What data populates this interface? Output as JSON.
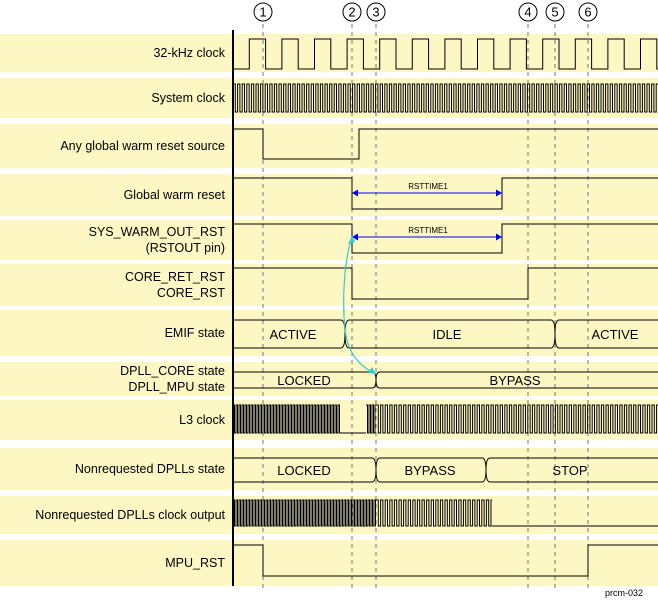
{
  "diagram": {
    "band_color": "#fdf7c3",
    "markers": [
      "1",
      "2",
      "3",
      "4",
      "5",
      "6"
    ],
    "signals": [
      {
        "label": [
          "32-kHz clock"
        ]
      },
      {
        "label": [
          "System clock"
        ]
      },
      {
        "label": [
          "Any global warm reset source"
        ]
      },
      {
        "label": [
          "Global warm reset"
        ]
      },
      {
        "label": [
          "SYS_WARM_OUT_RST",
          "(RSTOUT pin)"
        ]
      },
      {
        "label": [
          "CORE_RET_RST",
          "CORE_RST"
        ]
      },
      {
        "label": [
          "EMIF state"
        ],
        "states": [
          "ACTIVE",
          "IDLE",
          "ACTIVE"
        ]
      },
      {
        "label": [
          "DPLL_CORE state",
          "DPLL_MPU state"
        ],
        "states": [
          "LOCKED",
          "BYPASS"
        ]
      },
      {
        "label": [
          "L3 clock"
        ]
      },
      {
        "label": [
          "Nonrequested DPLLs state"
        ],
        "states": [
          "LOCKED",
          "BYPASS",
          "STOP"
        ]
      },
      {
        "label": [
          "Nonrequested DPLLs clock output"
        ]
      },
      {
        "label": [
          "MPU_RST"
        ]
      }
    ],
    "annotations": {
      "rsttime_1": "RSTTIME1",
      "rsttime_2": "RSTTIME1",
      "arrow_color": "#0000ff",
      "causality_color": "#33cccc"
    },
    "footnote": "prcm-032"
  }
}
